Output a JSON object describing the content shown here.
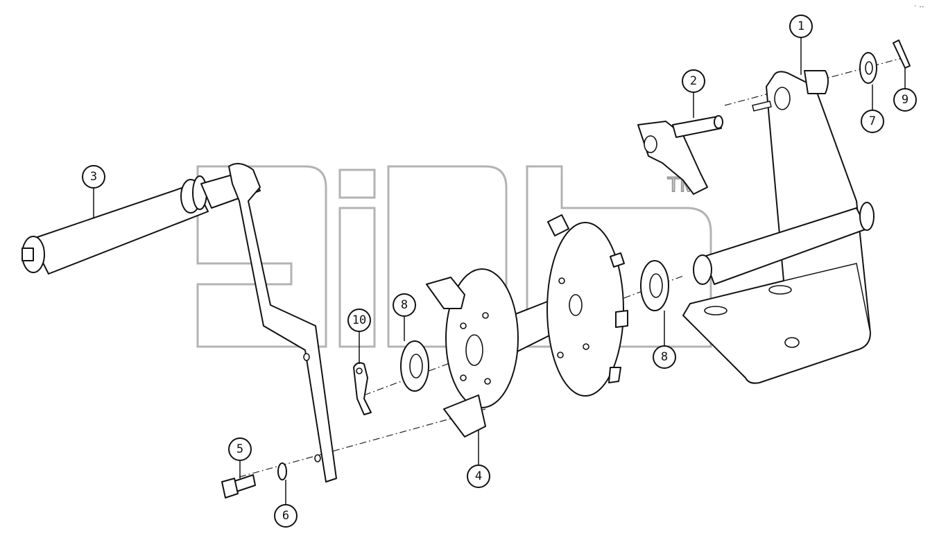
{
  "watermark": {
    "trademark": "TM"
  },
  "corner_mark": "° ••",
  "callouts": [
    {
      "id": "1",
      "label": "1"
    },
    {
      "id": "2",
      "label": "2"
    },
    {
      "id": "3",
      "label": "3"
    },
    {
      "id": "4",
      "label": "4"
    },
    {
      "id": "5",
      "label": "5"
    },
    {
      "id": "6",
      "label": "6"
    },
    {
      "id": "7",
      "label": "7"
    },
    {
      "id": "8a",
      "label": "8"
    },
    {
      "id": "8b",
      "label": "8"
    },
    {
      "id": "9",
      "label": "9"
    },
    {
      "id": "10",
      "label": "10"
    }
  ]
}
